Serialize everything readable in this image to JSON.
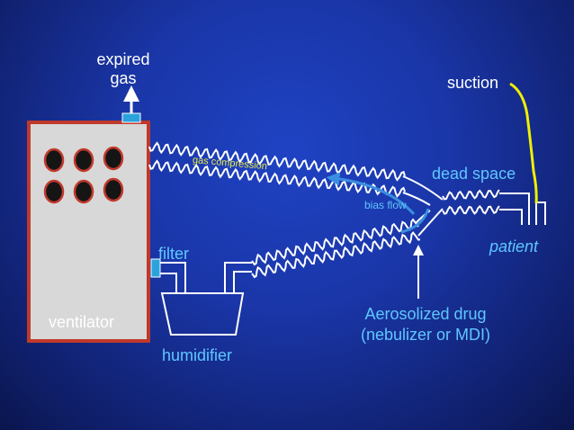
{
  "labels": {
    "expired_gas": "expired\ngas",
    "suction": "suction",
    "ventilator": "ventilator",
    "filter": "filter",
    "humidifier": "humidifier",
    "dead_space": "dead space",
    "patient": "patient",
    "bias_flow": "bias flow",
    "aerosolized_drug": "Aerosolized drug\n(nebulizer or MDI)",
    "gas_compression": "gas compression"
  },
  "colors": {
    "background": "#1a36a8",
    "tubing": "#ffffff",
    "ventilator_fill": "#d8d8d8",
    "ventilator_border": "#c0392b",
    "knob": "#151515",
    "connector": "#2aa3dc",
    "suction_line": "#f0f000",
    "bias_flow_arrow": "#3a8fe0",
    "label_cyan": "#5fc7ff",
    "gas_compression_text": "#e8e84a"
  }
}
